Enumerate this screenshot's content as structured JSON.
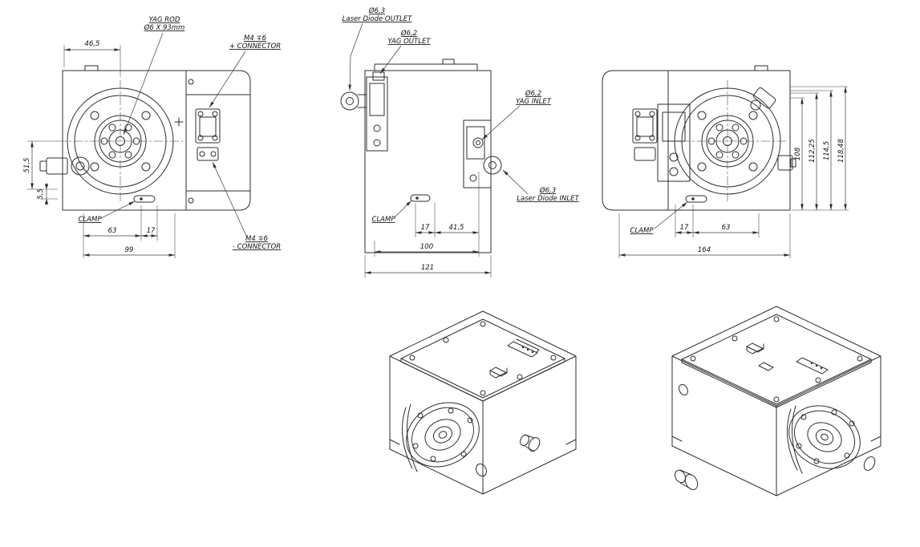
{
  "colors": {
    "line": "#2e2e2e",
    "dim": "#3c3c3c",
    "text": "#111111",
    "background": "#ffffff"
  },
  "views": {
    "front": {
      "labels": {
        "yag_rod_1": "YAG ROD",
        "yag_rod_2": "Ø6 X 93mm",
        "plus_conn_1": "M4 ∓6",
        "plus_conn_2": "+ CONNECTOR",
        "minus_conn_1": "M4 ∓6",
        "minus_conn_2": "- CONNECTOR",
        "clamp": "CLAMP"
      },
      "dims": {
        "w465": "46,5",
        "h515": "51,5",
        "h55": "5,5",
        "b63": "63",
        "b17": "17",
        "b99": "99"
      }
    },
    "side": {
      "labels": {
        "ld_outlet_d": "Ø6,3",
        "ld_outlet": "Laser Diode OUTLET",
        "yag_outlet_d": "Ø6,2",
        "yag_outlet": "YAG OUTLET",
        "yag_inlet_d": "Ø6,2",
        "yag_inlet": "YAG INLET",
        "ld_inlet_d": "Ø6,3",
        "ld_inlet": "Laser Diode INLET",
        "clamp": "CLAMP"
      },
      "dims": {
        "b17": "17",
        "b415": "41,5",
        "b100": "100",
        "b121": "121"
      }
    },
    "rear": {
      "labels": {
        "clamp": "CLAMP"
      },
      "dims": {
        "b17": "17",
        "b63": "63",
        "b164": "164",
        "r108": "108",
        "r11225": "112,25",
        "r1145": "114,5",
        "r11848": "118,48"
      }
    }
  }
}
